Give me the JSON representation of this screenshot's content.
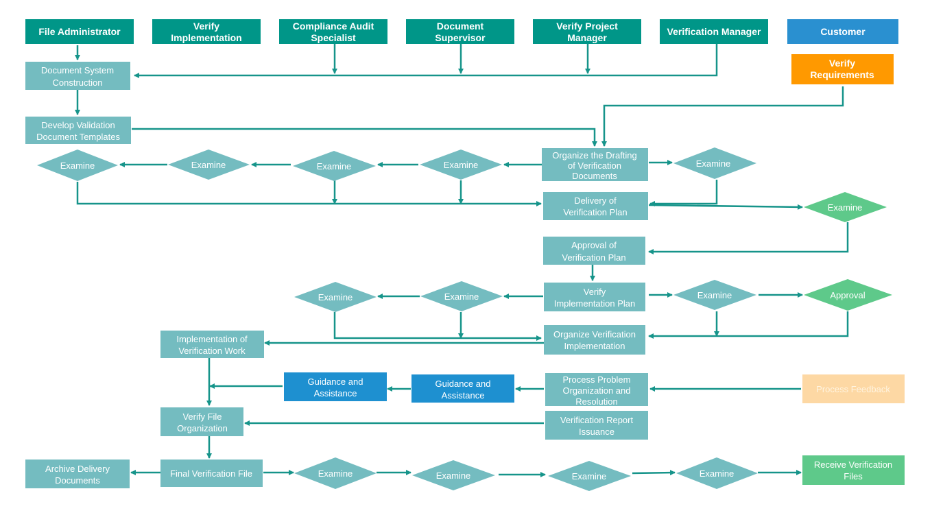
{
  "colors": {
    "header_teal": "#009688",
    "customer_blue": "#2a90d0",
    "process_teal": "#74bcc0",
    "diamond_teal": "#74bcc0",
    "customer_orange": "#ff9900",
    "guidance_blue": "#1e90d0",
    "approval_green": "#5ec98a",
    "feedback_peach": "#fdd8a4",
    "arrow": "#16948a"
  },
  "headers": {
    "file_admin": "File Administrator",
    "verify_impl": [
      "Verify",
      "Implementation"
    ],
    "compliance": [
      "Compliance Audit",
      "Specialist"
    ],
    "doc_supervisor": [
      "Document",
      "Supervisor"
    ],
    "project_manager": [
      "Verify Project",
      "Manager"
    ],
    "verification_manager": "Verification Manager",
    "customer": "Customer"
  },
  "nodes": {
    "doc_system": [
      "Document System",
      "Construction"
    ],
    "develop_templates": [
      "Develop Validation",
      "Document Templates"
    ],
    "verify_requirements": [
      "Verify",
      "Requirements"
    ],
    "organize_drafting": [
      "Organize the Drafting",
      "of Verification",
      "Documents"
    ],
    "delivery_plan": [
      "Delivery of",
      "Verification Plan"
    ],
    "approval_plan": [
      "Approval of",
      "Verification Plan"
    ],
    "verify_impl_plan": [
      "Verify",
      "Implementation Plan"
    ],
    "organize_impl": [
      "Organize Verification",
      "Implementation"
    ],
    "impl_work": [
      "Implementation of",
      "Verification Work"
    ],
    "guidance_1": [
      "Guidance and",
      "Assistance"
    ],
    "guidance_2": [
      "Guidance and",
      "Assistance"
    ],
    "process_problem": [
      "Process Problem",
      "Organization and",
      "Resolution"
    ],
    "process_feedback": "Process Feedback",
    "verify_file_org": [
      "Verify File",
      "Organization"
    ],
    "report_issuance": [
      "Verification Report",
      "Issuance"
    ],
    "archive": [
      "Archive Delivery",
      "Documents"
    ],
    "final_file": "Final Verification File",
    "receive_files": [
      "Receive Verification",
      "Files"
    ]
  },
  "diamonds": {
    "examine": "Examine",
    "approval": "Approval"
  }
}
